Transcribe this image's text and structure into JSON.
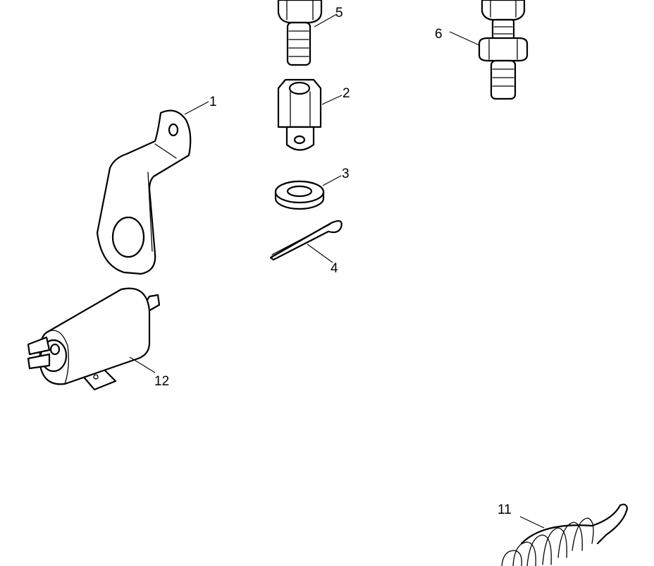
{
  "callouts": {
    "c1": "1",
    "c2": "2",
    "c3": "3",
    "c4": "4",
    "c5": "5",
    "c6": "6",
    "c11": "11",
    "c12": "12"
  },
  "colors": {
    "line": "#000000",
    "background": "#ffffff"
  }
}
